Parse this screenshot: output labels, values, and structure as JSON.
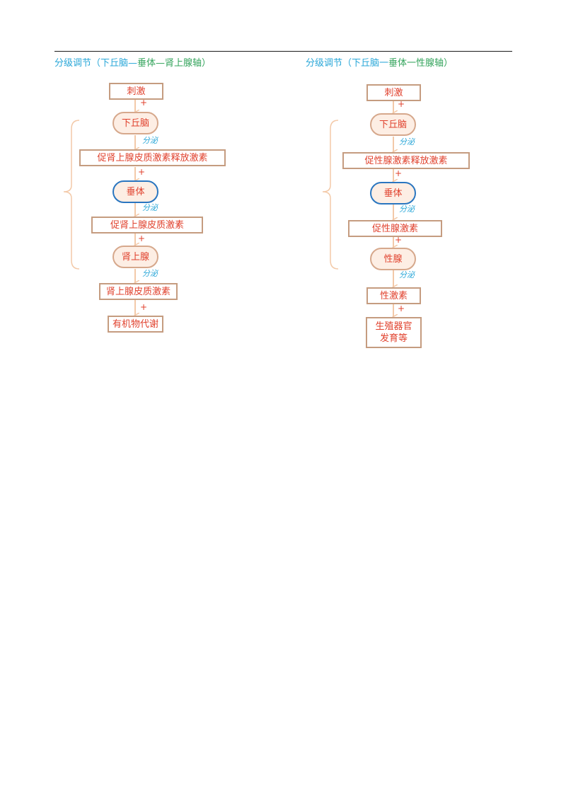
{
  "left": {
    "title_part1": "分级调节（下丘脑—",
    "title_part2": "垂体—肾上腺轴）",
    "nodes": {
      "stimulus": "刺激",
      "hypothalamus": "下丘脑",
      "crh": "促肾上腺皮质激素释放激素",
      "pituitary": "垂体",
      "acth": "促肾上腺皮质激素",
      "gland": "肾上腺",
      "hormone": "肾上腺皮质激素",
      "effect": "有机物代谢"
    },
    "plus": "+",
    "secrete": "分泌"
  },
  "right": {
    "title_part1": "分级调节（下丘脑一",
    "title_part2": "垂体一性腺轴）",
    "nodes": {
      "stimulus": "刺激",
      "hypothalamus": "下丘脑",
      "gnrh": "促性腺激素释放激素",
      "pituitary": "垂体",
      "gonadotropin": "促性腺激素",
      "gland": "性腺",
      "hormone": "性激素",
      "effect": "生殖器官发育等"
    },
    "plus": "+",
    "secrete": "分泌"
  },
  "colors": {
    "title_cyan": "#2aa7d8",
    "title_green": "#33a35b",
    "node_text": "#e0402c",
    "arrow": "#f3c9a8",
    "brace": "#f3c9a8",
    "pituitary_border": "#2a76c0"
  }
}
